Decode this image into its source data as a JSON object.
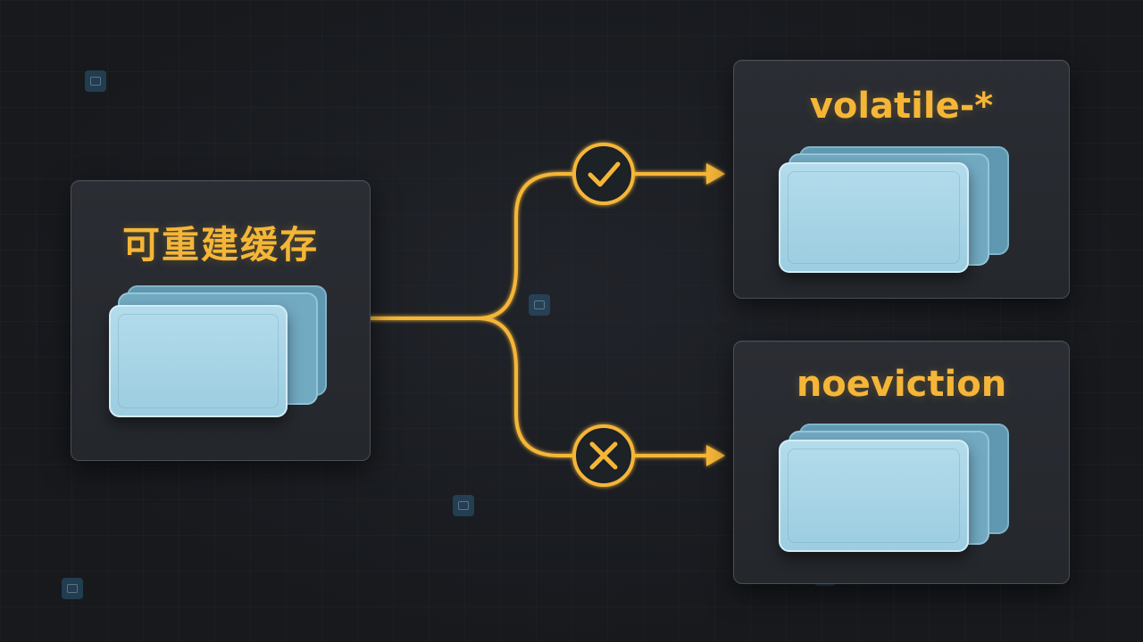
{
  "diagram": {
    "source": {
      "title": "可重建缓存"
    },
    "branches": [
      {
        "title": "volatile-*",
        "marker": "check-icon"
      },
      {
        "title": "noeviction",
        "marker": "cross-icon"
      }
    ]
  },
  "colors": {
    "background": "#17191d",
    "panel": "#2a2d33",
    "panel_border": "#4a4e55",
    "accent": "#f5b637",
    "card_front": "#a9d5e7",
    "card_back": "#6aa4bd"
  }
}
